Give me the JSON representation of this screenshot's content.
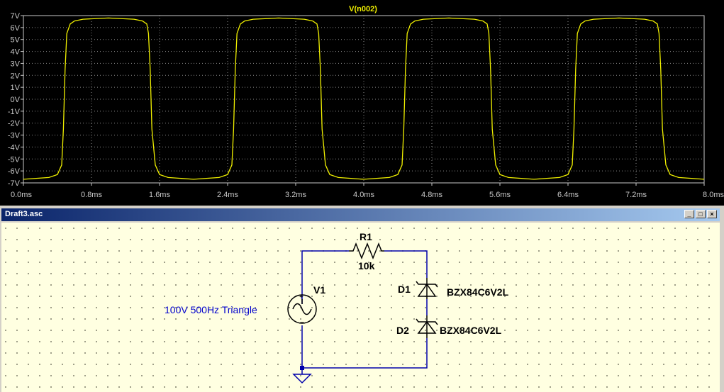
{
  "plot": {
    "trace_name": "V(n002)",
    "colors": {
      "background": "#000000",
      "trace": "#f0f000",
      "text": "#c8c8c8"
    }
  },
  "chart_data": {
    "type": "line",
    "title": "V(n002)",
    "xlabel": "",
    "ylabel": "",
    "xlim": [
      0,
      8
    ],
    "ylim": [
      -7,
      7
    ],
    "x_ticks": [
      "0.0ms",
      "0.8ms",
      "1.6ms",
      "2.4ms",
      "3.2ms",
      "4.0ms",
      "4.8ms",
      "5.6ms",
      "6.4ms",
      "7.2ms",
      "8.0ms"
    ],
    "y_ticks": [
      "7V",
      "6V",
      "5V",
      "4V",
      "3V",
      "2V",
      "1V",
      "0V",
      "-1V",
      "-2V",
      "-3V",
      "-4V",
      "-5V",
      "-6V",
      "-7V"
    ],
    "grid": true,
    "series": [
      {
        "name": "V(n002)",
        "color": "#f0f000",
        "x": [
          0.0,
          0.3,
          0.4,
          0.45,
          0.47,
          0.49,
          0.51,
          0.55,
          0.6,
          0.7,
          1.0,
          1.3,
          1.4,
          1.45,
          1.47,
          1.49,
          1.51,
          1.55,
          1.6,
          1.7,
          2.0,
          2.3,
          2.4,
          2.45,
          2.47,
          2.49,
          2.51,
          2.55,
          2.6,
          2.7,
          3.0,
          3.3,
          3.4,
          3.45,
          3.47,
          3.49,
          3.51,
          3.55,
          3.6,
          3.7,
          4.0,
          4.3,
          4.4,
          4.45,
          4.47,
          4.49,
          4.51,
          4.55,
          4.6,
          4.7,
          5.0,
          5.3,
          5.4,
          5.45,
          5.47,
          5.49,
          5.51,
          5.55,
          5.6,
          5.7,
          6.0,
          6.3,
          6.4,
          6.45,
          6.47,
          6.49,
          6.51,
          6.55,
          6.6,
          6.7,
          7.0,
          7.3,
          7.4,
          7.45,
          7.47,
          7.49,
          7.51,
          7.55,
          7.6,
          7.7,
          8.0
        ],
        "y": [
          -6.7,
          -6.55,
          -6.3,
          -5.5,
          -2.5,
          2.5,
          5.5,
          6.3,
          6.55,
          6.7,
          6.8,
          6.7,
          6.55,
          6.3,
          5.5,
          2.5,
          -2.5,
          -5.5,
          -6.3,
          -6.55,
          -6.7,
          -6.55,
          -6.3,
          -5.5,
          -2.5,
          2.5,
          5.5,
          6.3,
          6.55,
          6.7,
          6.8,
          6.7,
          6.55,
          6.3,
          5.5,
          2.5,
          -2.5,
          -5.5,
          -6.3,
          -6.55,
          -6.7,
          -6.55,
          -6.3,
          -5.5,
          -2.5,
          2.5,
          5.5,
          6.3,
          6.55,
          6.7,
          6.8,
          6.7,
          6.55,
          6.3,
          5.5,
          2.5,
          -2.5,
          -5.5,
          -6.3,
          -6.55,
          -6.7,
          -6.55,
          -6.3,
          -5.5,
          -2.5,
          2.5,
          5.5,
          6.3,
          6.55,
          6.7,
          6.8,
          6.7,
          6.55,
          6.3,
          5.5,
          2.5,
          -2.5,
          -5.5,
          -6.3,
          -6.55,
          -6.7
        ]
      }
    ]
  },
  "schematic": {
    "window_title": "Draft3.asc",
    "buttons": {
      "minimize": "_",
      "maximize": "□",
      "close": "×"
    },
    "components": {
      "r1": {
        "name": "R1",
        "value": "10k"
      },
      "v1": {
        "name": "V1",
        "value": "100V 500Hz Triangle"
      },
      "d1": {
        "name": "D1",
        "model": "BZX84C6V2L"
      },
      "d2": {
        "name": "D2",
        "model": "BZX84C6V2L"
      }
    },
    "colors": {
      "wire": "#0000aa",
      "canvas": "#ffffe1",
      "title_bar": "#0a246a",
      "source_label": "#0000cc"
    }
  }
}
